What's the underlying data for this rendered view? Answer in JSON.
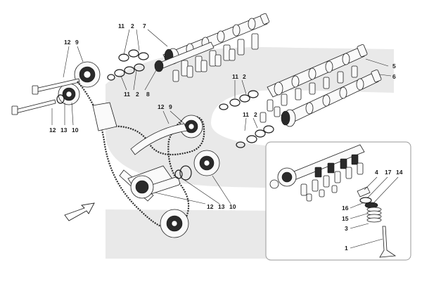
{
  "callouts": {
    "top_left_12": "12",
    "top_left_9": "9",
    "top_11": "11",
    "top_2": "2",
    "top_7": "7",
    "mid_11": "11",
    "mid_2": "2",
    "mid_8": "8",
    "right_5": "5",
    "right_6": "6",
    "center_11": "11",
    "center_2": "2",
    "lower_11": "11",
    "lower_2": "2",
    "chain_12": "12",
    "chain_9": "9",
    "bottom_left_12": "12",
    "bottom_left_13": "13",
    "bottom_left_10": "10",
    "bottom_12": "12",
    "bottom_13": "13",
    "bottom_10": "10",
    "inset_4": "4",
    "inset_17": "17",
    "inset_14": "14",
    "inset_16": "16",
    "inset_15": "15",
    "inset_3": "3",
    "inset_1": "1"
  },
  "colors": {
    "watermark": "#e9e9e9",
    "line": "#1e1e1e",
    "inset_border": "#9a9a9a"
  },
  "icons": {
    "direction_arrow": "arrow-icon"
  }
}
